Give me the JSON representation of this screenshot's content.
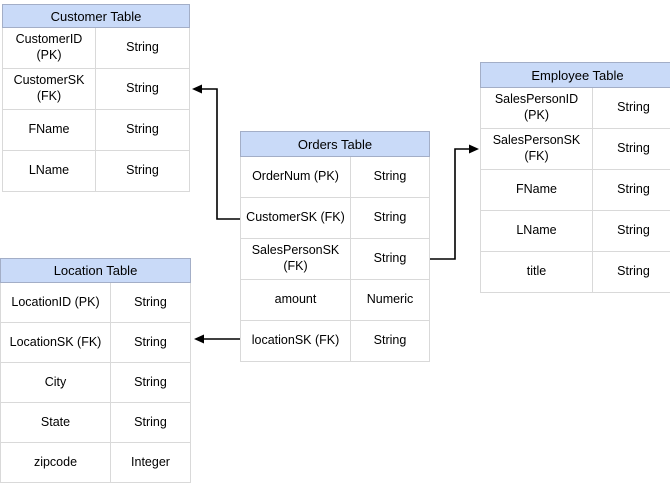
{
  "diagram": {
    "type": "entity-relationship",
    "tables": {
      "customer": {
        "title": "Customer Table",
        "rows": [
          {
            "field": "CustomerID (PK)",
            "type": "String"
          },
          {
            "field": "CustomerSK\n(FK)",
            "type": "String"
          },
          {
            "field": "FName",
            "type": "String"
          },
          {
            "field": "LName",
            "type": "String"
          }
        ]
      },
      "orders": {
        "title": "Orders Table",
        "rows": [
          {
            "field": "OrderNum (PK)",
            "type": "String"
          },
          {
            "field": "CustomerSK (FK)",
            "type": "String"
          },
          {
            "field": "SalesPersonSK\n(FK)",
            "type": "String"
          },
          {
            "field": "amount",
            "type": "Numeric"
          },
          {
            "field": "locationSK (FK)",
            "type": "String"
          }
        ]
      },
      "employee": {
        "title": "Employee Table",
        "rows": [
          {
            "field": "SalesPersonID (PK)",
            "type": "String"
          },
          {
            "field": "SalesPersonSK\n(FK)",
            "type": "String"
          },
          {
            "field": "FName",
            "type": "String"
          },
          {
            "field": "LName",
            "type": "String"
          },
          {
            "field": "title",
            "type": "String"
          }
        ]
      },
      "location": {
        "title": "Location Table",
        "rows": [
          {
            "field": "LocationID (PK)",
            "type": "String"
          },
          {
            "field": "LocationSK (FK)",
            "type": "String"
          },
          {
            "field": "City",
            "type": "String"
          },
          {
            "field": "State",
            "type": "String"
          },
          {
            "field": "zipcode",
            "type": "Integer"
          }
        ]
      }
    },
    "connectors": [
      {
        "from": "Orders Table.CustomerSK (FK)",
        "to": "Customer Table.CustomerSK (FK)",
        "arrow_points_to": "Customer Table"
      },
      {
        "from": "Orders Table.SalesPersonSK (FK)",
        "to": "Employee Table.SalesPersonSK (FK)",
        "arrow_points_to": "Employee Table"
      },
      {
        "from": "Orders Table.locationSK (FK)",
        "to": "Location Table.LocationSK (FK)",
        "arrow_points_to": "Location Table"
      }
    ],
    "colors": {
      "header_fill": "#c9daf8",
      "header_border": "#a3aec7",
      "row_border": "#d9d9d9",
      "row_fill": "#ffffff",
      "text": "#000000",
      "connector": "#000000"
    }
  }
}
